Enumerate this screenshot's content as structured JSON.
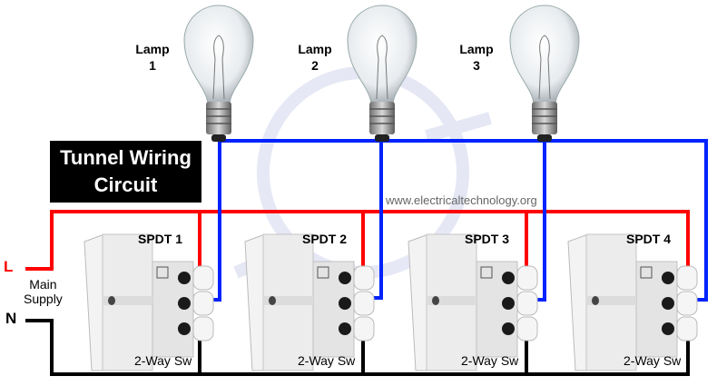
{
  "title": {
    "line1": "Tunnel Wiring",
    "line2": "Circuit"
  },
  "watermark": "www.electricaltechnology.org",
  "supply": {
    "live": "L",
    "neutral": "N",
    "label_line1": "Main",
    "label_line2": "Supply"
  },
  "lamps": [
    {
      "label": "Lamp",
      "number": "1"
    },
    {
      "label": "Lamp",
      "number": "2"
    },
    {
      "label": "Lamp",
      "number": "3"
    }
  ],
  "switches": [
    {
      "name": "SPDT 1",
      "type": "2-Way Sw"
    },
    {
      "name": "SPDT 2",
      "type": "2-Way Sw"
    },
    {
      "name": "SPDT 3",
      "type": "2-Way Sw"
    },
    {
      "name": "SPDT 4",
      "type": "2-Way Sw"
    }
  ],
  "colors": {
    "live": "#ff0000",
    "lamp_wire": "#0022ff",
    "neutral": "#000000"
  }
}
